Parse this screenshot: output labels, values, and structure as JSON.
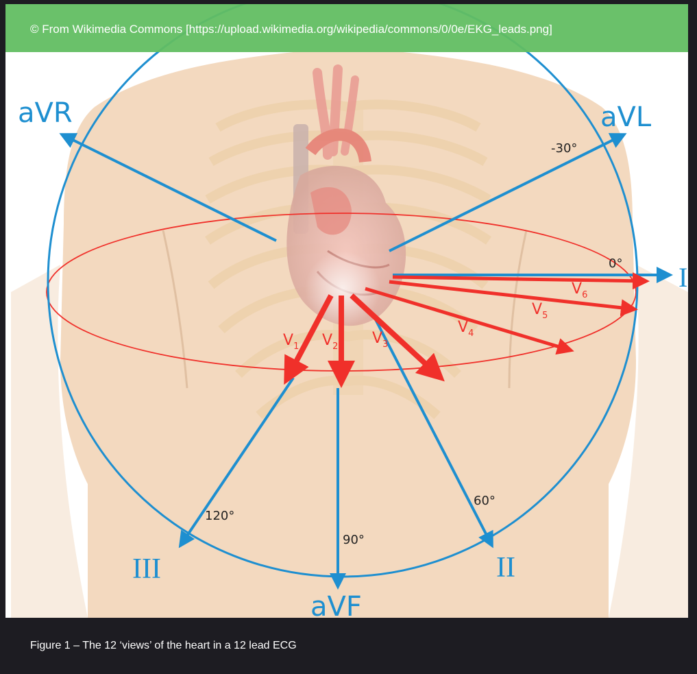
{
  "credit": {
    "text": "© From Wikimedia Commons [https://upload.wikimedia.org/wikipedia/commons/0/0e/EKG_leads.png]"
  },
  "caption": {
    "text": "Figure 1 – The 12 ‘views’ of the heart in a 12 lead ECG"
  },
  "limb_leads": {
    "I": "I",
    "II": "II",
    "III": "III",
    "aVR": "aVR",
    "aVL": "aVL",
    "aVF": "aVF"
  },
  "angles": {
    "neg30": "-30°",
    "zero": "0°",
    "sixty": "60°",
    "ninety": "90°",
    "one_twenty": "120°"
  },
  "chest_leads": {
    "V1": "V",
    "V2": "V",
    "V3": "V",
    "V4": "V",
    "V5": "V",
    "V6": "V",
    "sub1": "1",
    "sub2": "2",
    "sub3": "3",
    "sub4": "4",
    "sub5": "5",
    "sub6": "6"
  },
  "colors": {
    "blue": "#1e8fd0",
    "red": "#f0302a",
    "green": "#62be62",
    "skin": "#f3d9bf"
  },
  "icons": {
    "copyright": "copyright-icon"
  }
}
